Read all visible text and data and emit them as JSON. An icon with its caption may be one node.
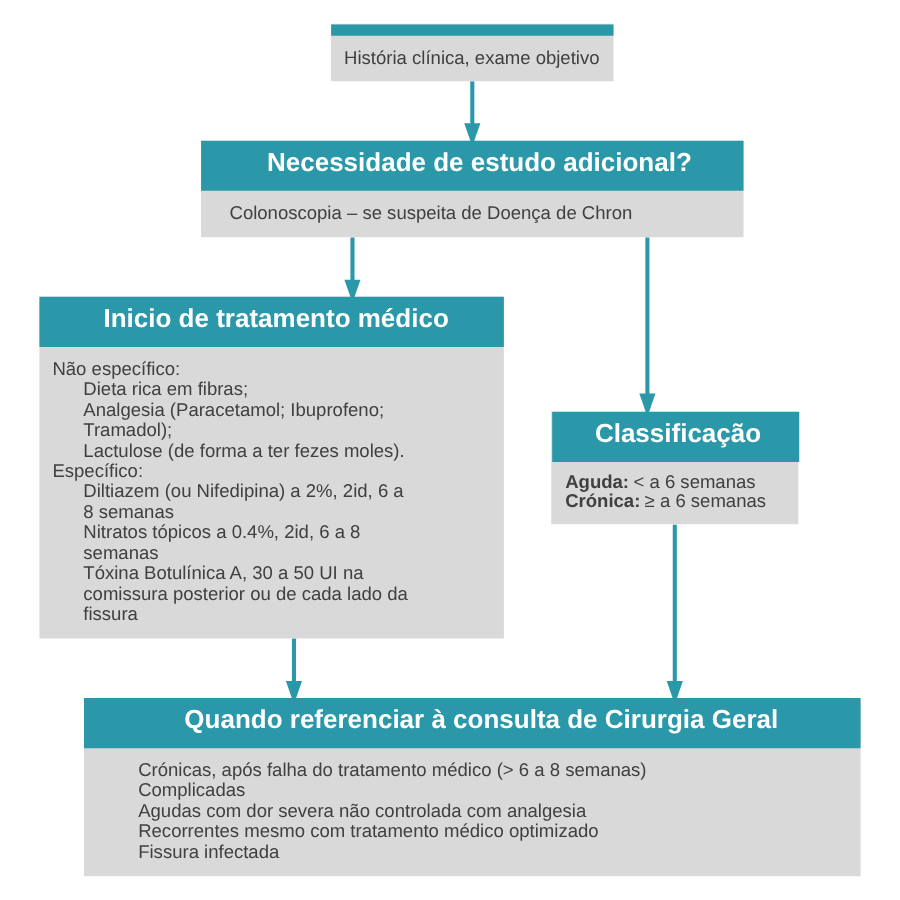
{
  "diagram": {
    "nodes": [
      {
        "text": [
          "História clínica, exame objetivo"
        ]
      },
      {
        "text": [
          "Necessidade de estudo adicional?",
          "Colonoscopia – se suspeita de Doença de Chron"
        ]
      },
      {
        "text": [
          "Inicio de tratamento médico",
          "Não específico:",
          "Dieta rica em fibras;",
          "Analgesia (Paracetamol; Ibuprofeno; Tramadol);",
          "Lactulose (de forma a ter fezes moles).",
          "Específico:",
          "Diltiazem (ou Nifedipina) a 2%, 2id, 6 a 8 semanas",
          "Nitratos tópicos a 0.4%, 2id, 6 a 8 semanas",
          "Tóxina Botulínica A, 30 a 50 UI na comissura posterior ou de cada lado da fissura"
        ]
      },
      {
        "text": [
          "Classificação",
          "**Aguda:** < a 6 semanas",
          "**Crónica:** ≥ a 6 semanas"
        ]
      },
      {
        "text": [
          "Quando referenciar à consulta de Cirurgia Geral",
          "Crónicas, após falha do tratamento médico (> 6 a 8 semanas)",
          "Complicadas",
          "Agudas com dor severa não controlada com analgesia",
          "Recorrentes mesmo com tratamento médico optimizado",
          "Fissura infectada"
        ]
      }
    ],
    "edges": [
      {
        "from": 0,
        "to": 1,
        "arrow": "to"
      },
      {
        "from": 1,
        "to": 2,
        "arrow": "to"
      },
      {
        "from": 1,
        "to": 3,
        "arrow": "to"
      },
      {
        "from": 2,
        "to": 4,
        "arrow": "to"
      },
      {
        "from": 3,
        "to": 4,
        "arrow": "to"
      }
    ]
  }
}
